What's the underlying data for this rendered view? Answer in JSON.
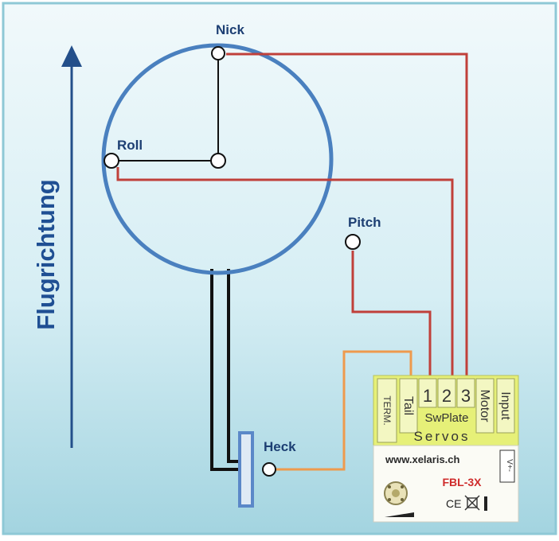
{
  "labels": {
    "nick": "Nick",
    "roll": "Roll",
    "pitch": "Pitch",
    "heck": "Heck",
    "flight_direction": "Flugrichtung"
  },
  "device": {
    "term": "TERM.",
    "tail": "Tail",
    "ch1": "1",
    "ch2": "2",
    "ch3": "3",
    "swplate": "SwPlate",
    "motor": "Motor",
    "input": "Input",
    "servos": "Servos",
    "website": "www.xelaris.ch",
    "model": "FBL-3X",
    "vplus": "V+-",
    "ce_mark": "CE"
  },
  "colors": {
    "frame": "#8ec8d6",
    "gradient_top": "#eef8fb",
    "gradient_bottom": "#9fd3df",
    "circle_stroke": "#4a80bf",
    "arrow": "#234f8a",
    "wire_red": "#c0403a",
    "wire_orange": "#ee9a4d",
    "tail_boom": "#111111",
    "tail_plate": "#5b88c8",
    "device_yellow": "#e6f078",
    "device_body": "#fbfbf5"
  }
}
